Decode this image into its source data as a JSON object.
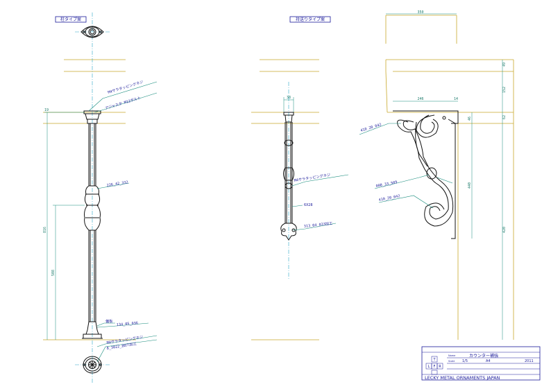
{
  "views": {
    "left_title": "柱タイプ案",
    "right_title": "持送りタイプ案"
  },
  "notes": {
    "pillar_screw_top": "M4サラタッピングネジ",
    "pillar_bolt": "アジャスタ M12ボルト",
    "pillar_part": "226_42_332",
    "pillar_base": "偏板",
    "pillar_part_bottom": "134_05_036",
    "pillar_screw_bottom": "M4サラタッピングネジ",
    "pillar_plate": "8_3022_80穴加工",
    "bracket_screw": "M4サラタッピングネジ",
    "bracket_bar": "6X28",
    "bracket_part_bottom": "313_04_033加工",
    "side_part_upper": "410_20_042",
    "side_part_mid": "008_33_509",
    "side_part_lower": "410_20_042"
  },
  "dimensions": {
    "pillar_height": "816",
    "pillar_lower": "508",
    "pillar_top": "19",
    "bracket_width": "38",
    "side_top_width": "350",
    "side_width": "246",
    "side_h1": "49",
    "side_h2": "152",
    "side_h3": "46",
    "side_h4": "62",
    "side_height": "440",
    "side_bottom": "420",
    "side_small": "14"
  },
  "title_block": {
    "name_label": "Name",
    "product": "カウンター補強",
    "scale_label": "Scale",
    "scale_value": "1/5",
    "size_value": "A4",
    "date_value": "2011",
    "view_t": "T",
    "view_l": "L",
    "view_f": "F",
    "view_r": "R",
    "company": "LECKY METAL ORNAMENTS JAPAN"
  },
  "colors": {
    "background": "#ffffff",
    "outline": "#111111",
    "reference_lines": "#c8a82a",
    "center_lines": "#2aa6c8",
    "dimensions": "#138a7a",
    "annotations": "#1a1a9a"
  }
}
